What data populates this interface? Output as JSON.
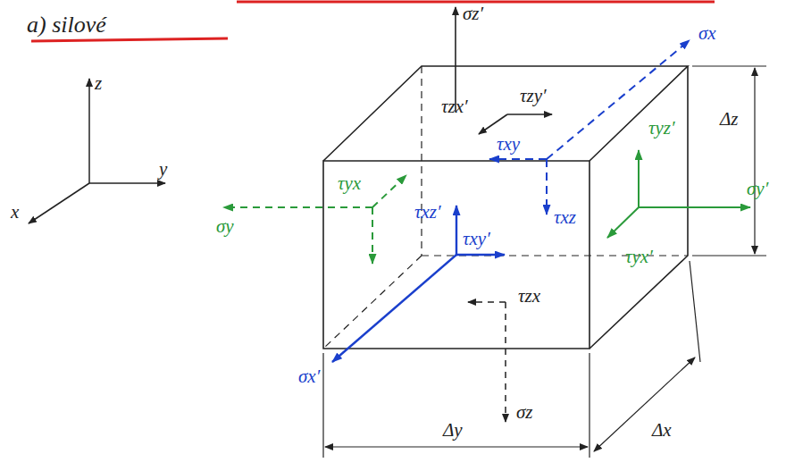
{
  "diagram": {
    "labels": [
      "a) silové",
      "z",
      "y",
      "x",
      "σz′",
      "τzy′",
      "τzx′",
      "σx",
      "Δz",
      "τxy",
      "τxz",
      "τyz′",
      "σy′",
      "τyx",
      "τxz′",
      "σy",
      "τyx′",
      "τxy′",
      "τzx",
      "σx′",
      "σz",
      "Δy",
      "Δx"
    ]
  }
}
